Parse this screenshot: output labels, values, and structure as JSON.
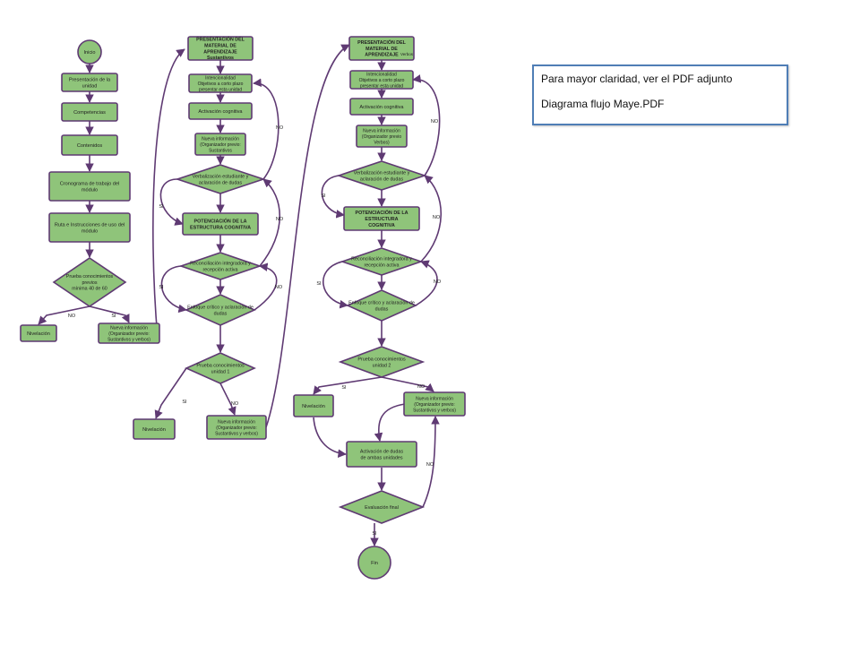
{
  "note": {
    "line1": "Para mayor claridad,  ver el PDF adjunto",
    "line2": "Diagrama flujo Maye.PDF"
  },
  "colors": {
    "fill": "#8fc47a",
    "stroke": "#5f3a73",
    "note_border": "#4f7eb6"
  },
  "flow1": {
    "start": "Inicio",
    "presentation": [
      "Presentación de la",
      "unidad"
    ],
    "competencies": "Competencias",
    "contents": "Contenidos",
    "schedule": [
      "Cronograma de trabajo del",
      "módulo"
    ],
    "route": [
      "Ruta e Instrucciones de uso del",
      "módulo"
    ],
    "prior_test": [
      "Prueba conocimientos",
      "previos",
      "mínima 40 de 60"
    ],
    "no": "NO",
    "yes": "SI",
    "leveling": "Nivelación",
    "new_info": [
      "Nueva información",
      "(Organizador previo:",
      "Sustantivos y verbos)"
    ]
  },
  "flow2": {
    "material": [
      "PRESENTACIÓN DEL",
      "MATERIAL DE",
      "APRENDIZAJE",
      "Sustantivos"
    ],
    "intent": [
      "Intencionalidad",
      "Objetivos a corto plazo",
      "presentar esta unidad"
    ],
    "activation": "Activación cognitiva",
    "new_info": [
      "Nueva información",
      "(Organizador previo:",
      "Sustantivos"
    ],
    "verbalization": [
      "Verbalización estudiante y",
      "aclaración de dudas"
    ],
    "potentiation": [
      "POTENCIACIÓN DE LA",
      "ESTRUCTURA COGNITIVA"
    ],
    "reconciliation": [
      "Reconciliación integradora y",
      "recepción activa"
    ],
    "critical": [
      "Enfoque crítico y aclaración de",
      "dudas"
    ],
    "unit_test": [
      "Prueba conocimientos",
      "unidad 1"
    ],
    "yes": "SI",
    "no": "NO",
    "leveling": "Nivelación",
    "final_info": [
      "Nueva información",
      "(Organizador previo:",
      "Sustantivos y verbos)"
    ]
  },
  "flow3": {
    "material": [
      "PRESENTACIÓN DEL",
      "MATERIAL DE",
      "APRENDIZAJE"
    ],
    "material_tag": "Verbos",
    "intent": [
      "Intencionalidad",
      "Objetivos a corto plazo",
      "presentar esta unidad"
    ],
    "activation": "Activación cognitiva",
    "new_info": [
      "Nueva información",
      "(Organizador previo",
      "Verbos)"
    ],
    "verbalization": [
      "Verbalización estudiante y",
      "aclaración de dudas"
    ],
    "potentiation": [
      "POTENCIACIÓN DE LA",
      "ESTRUCTURA",
      "COGNITIVA"
    ],
    "reconciliation": [
      "Reconciliación integradora y",
      "recepción activa"
    ],
    "critical": [
      "Enfoque crítico y aclaración de",
      "dudas"
    ],
    "unit_test": [
      "Prueba conocimientos",
      "unidad 2"
    ],
    "yes": "SI",
    "no": "NO",
    "leveling": "Nivelación",
    "new_info2": [
      "Nueva información",
      "(Organizador previo:",
      "Sustantivos y verbos)"
    ],
    "doubts": [
      "Activación de dudas",
      "de ambas unidades"
    ],
    "final_eval": "Evaluación final",
    "end": "Fin"
  }
}
